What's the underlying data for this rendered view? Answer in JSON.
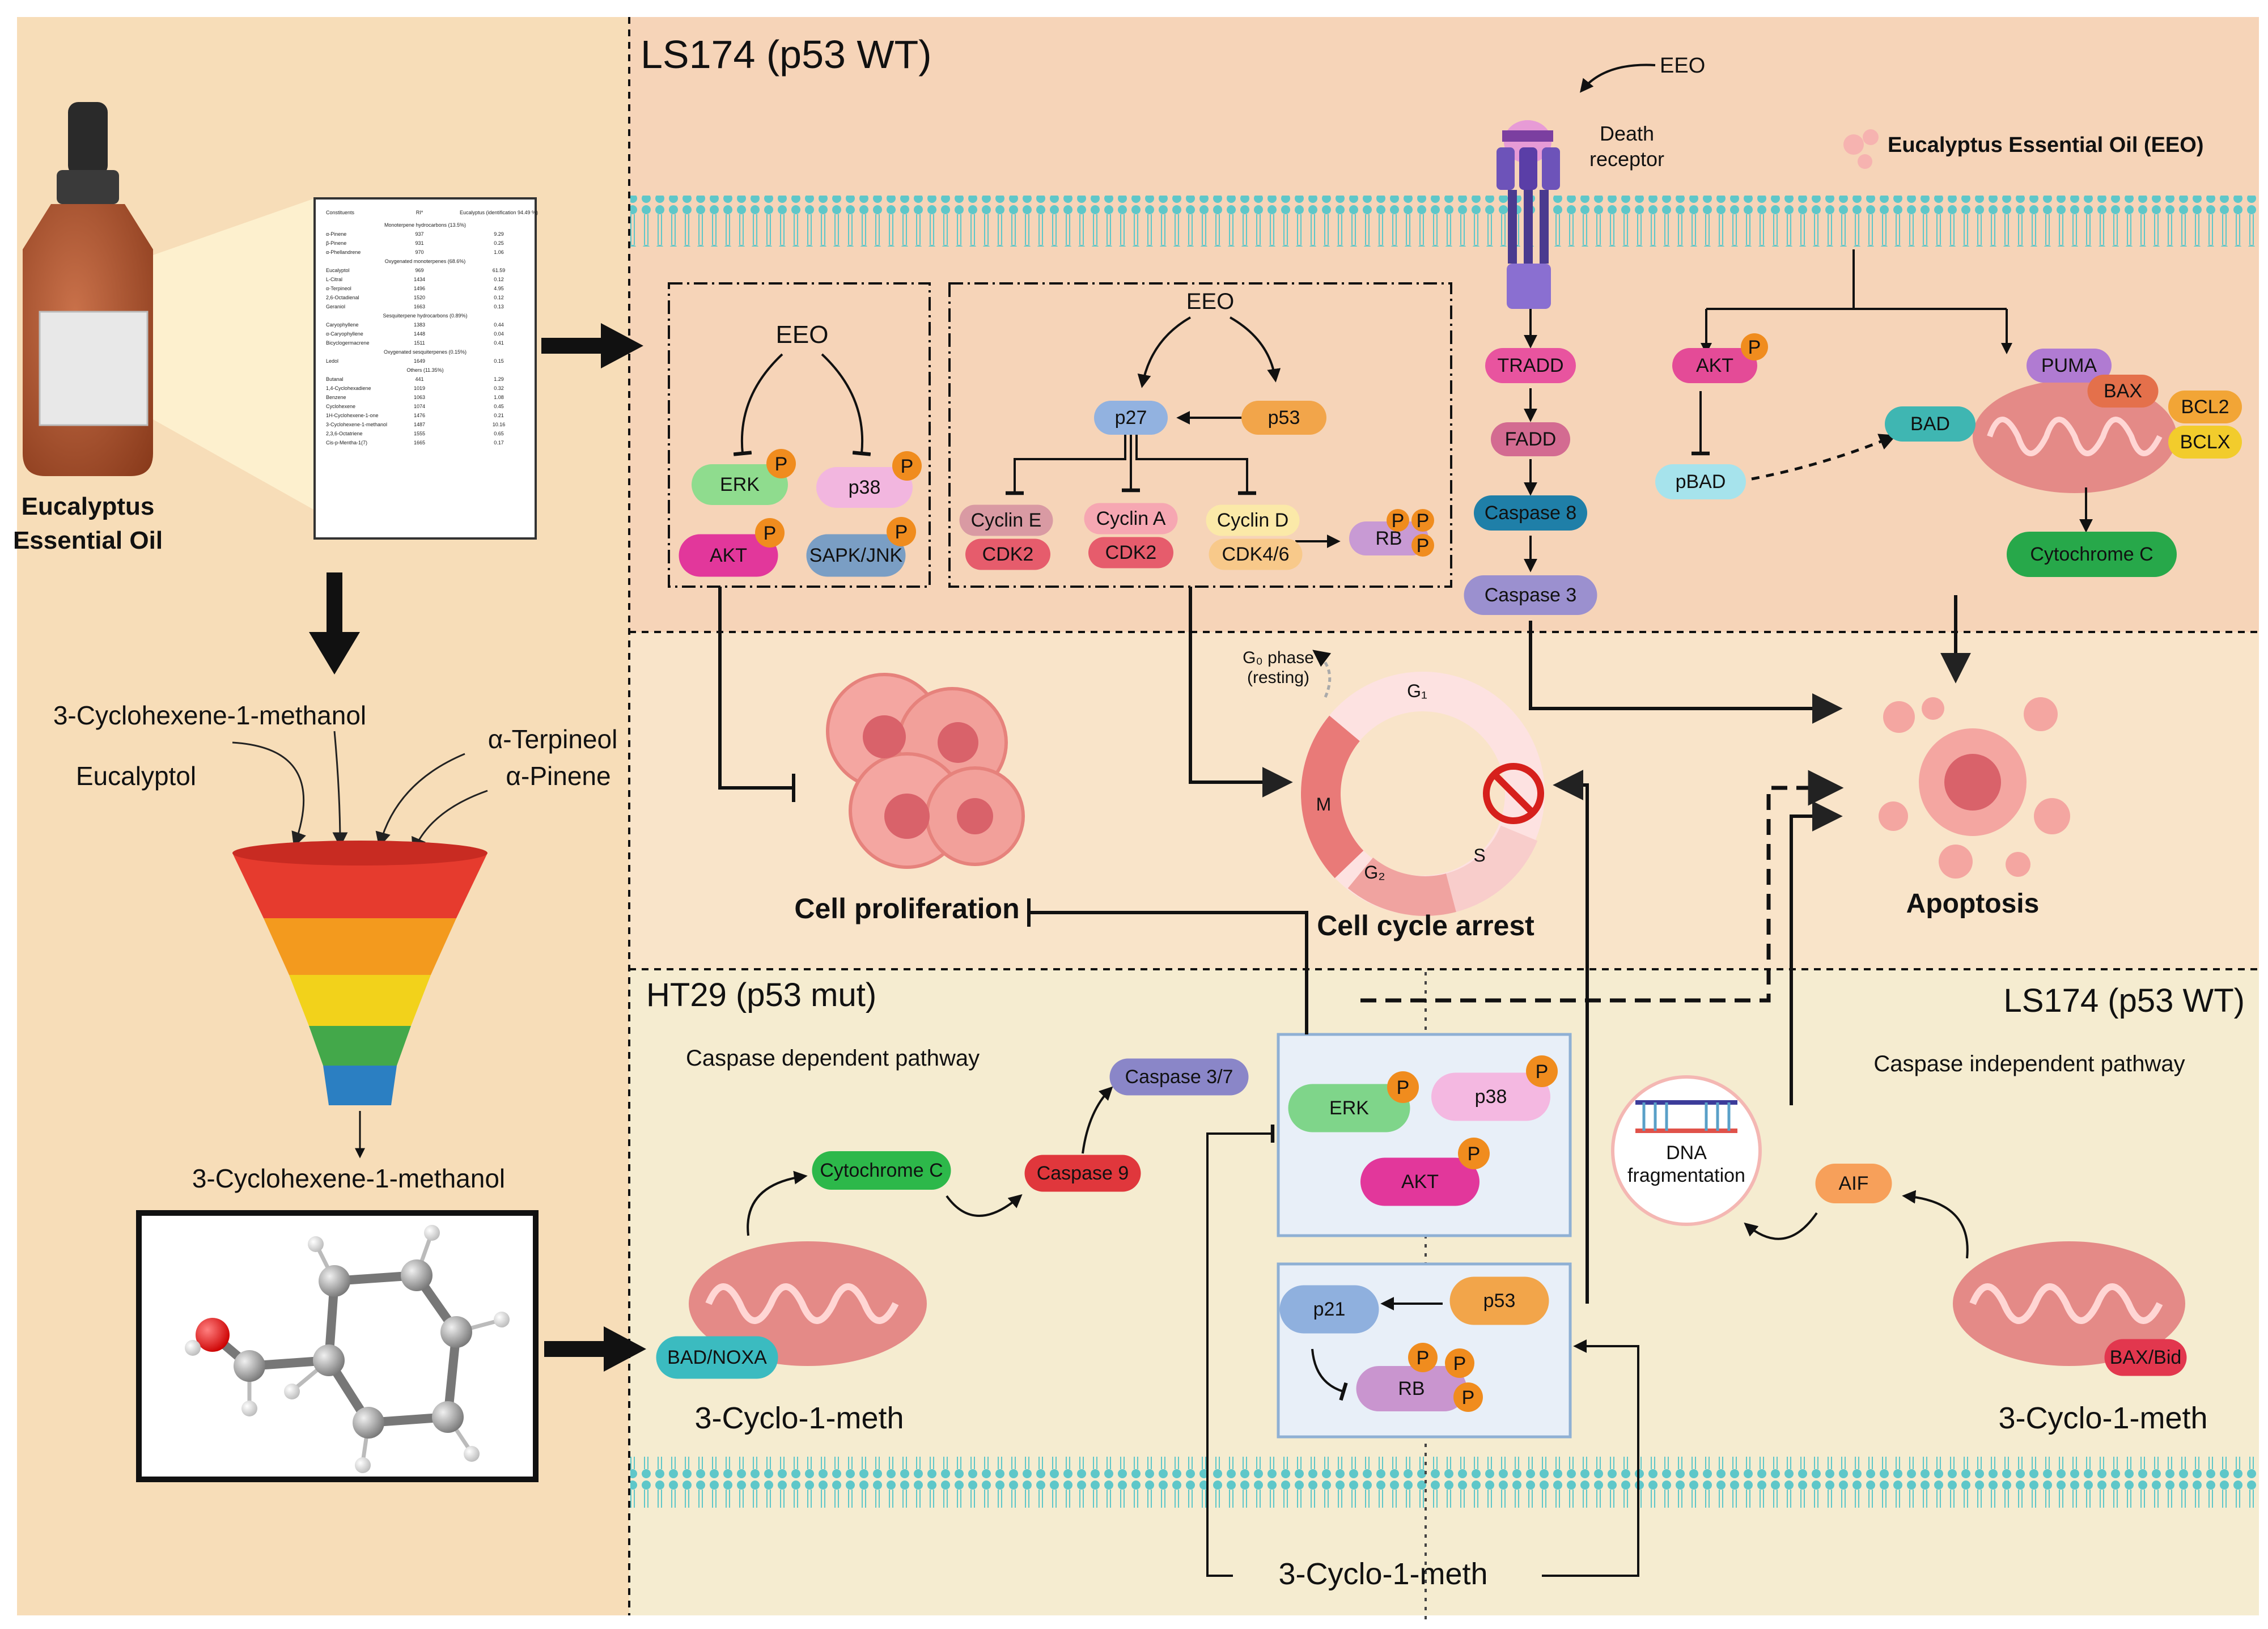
{
  "left_panel": {
    "bottle_label": [
      "Eucalyptus",
      "Essential Oil"
    ],
    "compounds": {
      "top": "3-Cyclohexene-1-methanol",
      "c2": "α-Terpineol",
      "c3": "Eucalyptol",
      "c4": "α-Pinene"
    },
    "funnel_output": "3-Cyclohexene-1-methanol",
    "funnel_colors": [
      "#e63b2e",
      "#f39a1e",
      "#f2d21b",
      "#43a84a",
      "#2b7fc2"
    ],
    "table_doc": {
      "headers": [
        "Constituents",
        "RI*",
        "Eucalyptus (identification 94.49 %)"
      ],
      "sections": [
        {
          "name": "Monoterpene hydrocarbons (13.5%)",
          "rows": [
            [
              "α-Pinene",
              "937",
              "9.29"
            ],
            [
              "β-Pinene",
              "931",
              "0.25"
            ],
            [
              "α-Phellandrene",
              "970",
              "1.06"
            ]
          ]
        },
        {
          "name": "Oxygenated monoterpenes (68.6%)",
          "rows": [
            [
              "Eucalyptol",
              "969",
              "61.59"
            ],
            [
              "L-Citral",
              "1434",
              "0.12"
            ],
            [
              "α-Terpineol",
              "1496",
              "4.95"
            ],
            [
              "2,6-Octadienal",
              "1520",
              "0.12"
            ],
            [
              "Geraniol",
              "1663",
              "0.13"
            ]
          ]
        },
        {
          "name": "Sesquiterpene hydrocarbons (0.89%)",
          "rows": [
            [
              "Caryophyllene",
              "1383",
              "0.44"
            ],
            [
              "α-Caryophyllene",
              "1448",
              "0.04"
            ],
            [
              "Bicyclogermacrene",
              "1511",
              "0.41"
            ]
          ]
        },
        {
          "name": "Oxygenated sesquiterpenes (0.15%)",
          "rows": [
            [
              "Ledol",
              "1649",
              "0.15"
            ]
          ]
        },
        {
          "name": "Others (11.35%)",
          "rows": [
            [
              "Butanal",
              "441",
              "1.29"
            ],
            [
              "1,4-Cyclohexadiene",
              "1019",
              "0.32"
            ],
            [
              "Benzene",
              "1063",
              "1.08"
            ],
            [
              "Cyclohexene",
              "1074",
              "0.45"
            ],
            [
              "1H-Cyclohexene-1-one",
              "1476",
              "0.21"
            ],
            [
              "3-Cyclohexene-1-methanol",
              "1487",
              "10.16"
            ],
            [
              "2,3,6-Octatriene",
              "1555",
              "0.65"
            ],
            [
              "Cis-p-Mentha-1(7)",
              "1665",
              "0.17"
            ]
          ]
        }
      ]
    }
  },
  "top_panel": {
    "title": "LS174 (p53 WT)",
    "eeo_legend": "Eucalyptus Essential Oil (EEO)",
    "death_receptor_eeo": "EEO",
    "death_receptor_label": [
      "Death",
      "receptor"
    ],
    "box1": {
      "eeo": "EEO",
      "erk": "ERK",
      "p38": "p38",
      "akt": "AKT",
      "sapk": "SAPK/JNK"
    },
    "box2": {
      "eeo": "EEO",
      "p27": "p27",
      "p53": "p53",
      "cyclin_e": "Cyclin E",
      "cyclin_a": "Cyclin A",
      "cyclin_d": "Cyclin D",
      "cdk2_e": "CDK2",
      "cdk2_a": "CDK2",
      "cdk46": "CDK4/6",
      "rb": "RB"
    },
    "extrinsic": {
      "tradd": "TRADD",
      "fadd": "FADD",
      "casp8": "Caspase 8",
      "casp3": "Caspase 3"
    },
    "intrinsic": {
      "akt": "AKT",
      "pbad": "pBAD",
      "bad": "BAD",
      "puma": "PUMA",
      "bax": "BAX",
      "bcl2": "BCL2",
      "bclx": "BCLX",
      "cytc": "Cytochrome C"
    },
    "phospho": "P"
  },
  "middle": {
    "cell_prolif": "Cell proliferation",
    "cell_cycle_arrest": "Cell cycle arrest",
    "apoptosis": "Apoptosis",
    "g0_label": [
      "G₀ phase",
      "(resting)"
    ],
    "phases": {
      "g1": "G₁",
      "s": "S",
      "g2": "G₂",
      "m": "M"
    }
  },
  "bottom_left": {
    "title": "HT29 (p53 mut)",
    "pathway": "Caspase dependent pathway",
    "cytc": "Cytochrome C",
    "casp9": "Caspase 9",
    "casp37": "Caspase 3/7",
    "bad_noxa": "BAD/NOXA",
    "label": "3-Cyclo-1-meth"
  },
  "bottom_center": {
    "erk": "ERK",
    "p38": "p38",
    "akt": "AKT",
    "p21": "p21",
    "p53": "p53",
    "rb": "RB",
    "label": "3-Cyclo-1-meth"
  },
  "bottom_right": {
    "title": "LS174 (p53 WT)",
    "pathway": "Caspase independent pathway",
    "aif": "AIF",
    "dna": [
      "DNA",
      "fragmentation"
    ],
    "bax_bid": "BAX/Bid",
    "label": "3-Cyclo-1-meth"
  }
}
